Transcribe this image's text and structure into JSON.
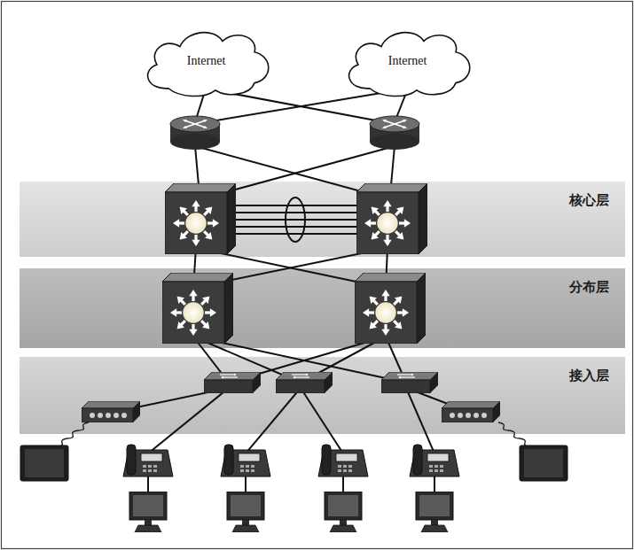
{
  "diagram": {
    "nodes": [
      {
        "text": [
          "Internet"
        ]
      },
      {
        "text": [
          "Internet"
        ]
      },
      {
        "text": [
          "核心层"
        ]
      },
      {
        "text": [
          "分布层"
        ]
      },
      {
        "text": [
          "接入层"
        ]
      }
    ]
  }
}
